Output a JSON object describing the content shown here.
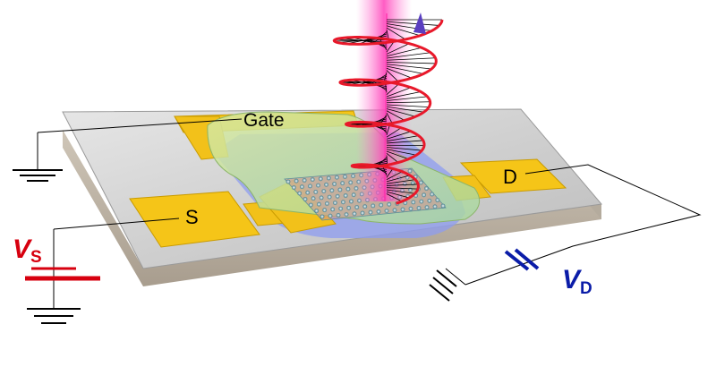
{
  "labels": {
    "gate": "Gate",
    "source": "S",
    "drain": "D",
    "vs_main": "V",
    "vs_sub": "S",
    "vd_main": "V",
    "vd_sub": "D"
  },
  "colors": {
    "electrode": "#f5c518",
    "substrate_top": "#c9c9c9",
    "substrate_side": "#b9aea0",
    "gate_dielectric": "#b8dd8a",
    "channel": "#7d8fe6",
    "beam": "#ff5fc8",
    "helix": "#e8182a",
    "vs_color": "#d7000f",
    "vd_color": "#0a1ca8",
    "wire": "#000000"
  },
  "icons": {
    "ground": "ground-symbol-icon",
    "battery": "battery-icon",
    "capacitor": "capacitor-icon",
    "light_wave": "circularly-polarized-light-icon"
  }
}
